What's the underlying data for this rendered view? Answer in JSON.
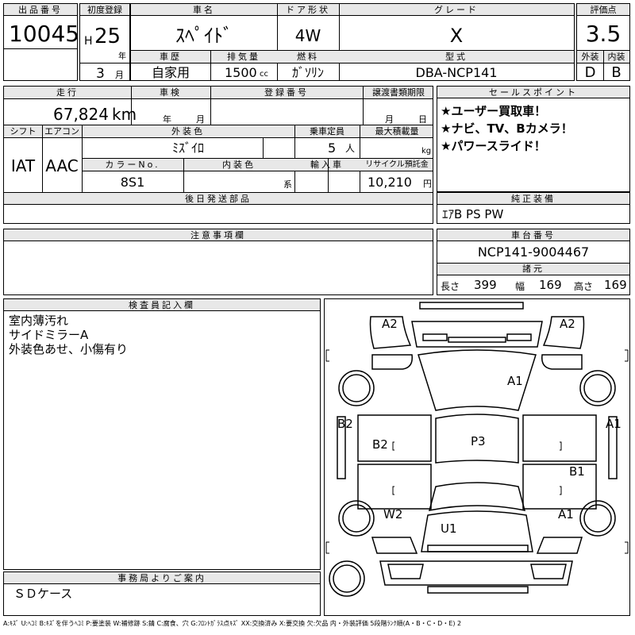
{
  "header": {
    "lot_label": "出品番号",
    "lot_number": "10045",
    "first_reg_label": "初度登録",
    "era": "H",
    "year": "25",
    "year_unit": "年",
    "month": "3",
    "month_unit": "月",
    "name_label": "車名",
    "name": "ｽﾍﾟｲﾄﾞ",
    "door_label": "ドア形状",
    "door": "4W",
    "grade_label": "グレード",
    "grade": "X",
    "score_label": "評価点",
    "score": "3.5",
    "history_label": "車歴",
    "history": "自家用",
    "displacement_label": "排気量",
    "displacement": "1500",
    "displacement_unit": "cc",
    "fuel_label": "燃料",
    "fuel": "ｶﾞｿﾘﾝ",
    "model_label": "型式",
    "model": "DBA-NCP141",
    "exterior_label": "外装",
    "exterior": "D",
    "interior_label": "内装",
    "interior": "B"
  },
  "details": {
    "mileage_label": "走行",
    "mileage": "67,824",
    "mileage_unit": "km",
    "inspection_label": "車検",
    "inspection_year": "年",
    "inspection_month": "月",
    "reg_no_label": "登録番号",
    "transfer_label": "譲渡書類期限",
    "transfer_month": "月",
    "transfer_day": "日",
    "shift_label": "シフト",
    "shift": "IAT",
    "ac_label": "エアコン",
    "ac": "AAC",
    "ext_color_label": "外装色",
    "ext_color": "ﾐｽﾞｲﾛ",
    "capacity_label": "乗車定員",
    "capacity": "5",
    "capacity_unit": "人",
    "max_load_label": "最大積載量",
    "max_load_unit": "kg",
    "color_no_label": "カラーNo.",
    "color_no": "8S1",
    "int_color_label": "内装色",
    "int_color_unit": "系",
    "import_label": "輸入車",
    "recycle_label": "リサイクル預託金",
    "recycle": "10,210",
    "recycle_unit": "円",
    "later_parts_label": "後日発送部品"
  },
  "sales_points": {
    "label": "セールスポイント",
    "items": [
      "★ユーザー買取車！",
      "★ナビ、TV、Bカメラ！",
      "★パワースライド！"
    ]
  },
  "equipment": {
    "label": "純正装備",
    "value": "ｴｱB PS PW"
  },
  "notes": {
    "label": "注意事項欄"
  },
  "chassis": {
    "label": "車台番号",
    "value": "NCP141-9004467",
    "dims_label": "諸元",
    "length_label": "長さ",
    "length": "399",
    "width_label": "幅",
    "width": "169",
    "height_label": "高さ",
    "height": "169"
  },
  "inspector": {
    "label": "検査員記入欄",
    "lines": [
      "室内薄汚れ",
      "サイドミラーA",
      "外装色あせ、小傷有り"
    ]
  },
  "office": {
    "label": "事務局よりご案内",
    "value": "ＳＤケース"
  },
  "diagram": {
    "marks": [
      "A2",
      "A2",
      "A1",
      "B2",
      "A1",
      "B2",
      "P3",
      "B1",
      "W2",
      "A1",
      "U1"
    ]
  },
  "legend": "A:ｷｽﾞ U:ﾍｺﾐ B:ｷｽﾞを伴うﾍｺﾐ P:要塗装 W:補修跡 S:錆 C:腐食、穴 G:ﾌﾛﾝﾄｶﾞﾗｽ点ｷｽﾞ XX:交換済み X:要交換 欠:欠品 内・外装評価 5段階ﾗﾝｸ順(A・B・C・D・E) 2"
}
